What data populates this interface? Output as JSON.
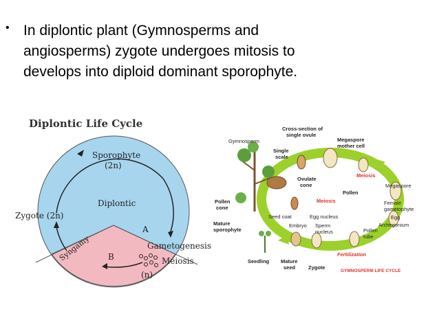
{
  "slide": {
    "bullet_symbol": "•",
    "text_line1": "In diplontic plant (Gymnosperms and",
    "text_line2": "angiosperms) zygote undergoes mitosis to",
    "text_line3": "develops into diploid dominant sporophyte."
  },
  "diplontic_diagram": {
    "title": "Diplontic Life Cycle",
    "sporophyte": "Sporophyte",
    "sporophyte_ploidy": "(2n)",
    "center": "Diplontic",
    "zygote": "Zygote (2n)",
    "syngamy": "Syngamy",
    "label_a": "A",
    "label_b": "B",
    "gametogenesis": "Gametogenesis",
    "meiosis": "Meiosis",
    "haploid": "(n)",
    "colors": {
      "circle": "#a7d5ee",
      "lower": "#f3b9c1",
      "outline": "#555555"
    }
  },
  "gymnosperm_diagram": {
    "labels": {
      "gymnosperm": "Gymnosperm",
      "cross_section_1": "Cross-section of",
      "cross_section_2": "single ovule",
      "megaspore_mother_1": "Megaspore",
      "megaspore_mother_2": "mother cell",
      "single_scale_1": "Single",
      "single_scale_2": "scale",
      "ovulate_cone_1": "Ovulate",
      "ovulate_cone_2": "cone",
      "meiosis_top": "Meiosis",
      "pollen": "Pollen",
      "megaspore": "Megaspore",
      "pollen_cone_1": "Pollen",
      "pollen_cone_2": "cone",
      "meiosis_mid": "Meiosis",
      "female_gametophyte_1": "Female",
      "female_gametophyte_2": "gametophyte",
      "egg": "Egg",
      "archegonium": "Archegonium",
      "mature_sporophyte_1": "Mature",
      "mature_sporophyte_2": "sporophyte",
      "seed_coat": "Seed coat",
      "egg_nucleus": "Egg nucleus",
      "embryo": "Embryo",
      "sperm_nucleus_1": "Sperm",
      "sperm_nucleus_2": "nucleus",
      "pollen_tube_1": "Pollen",
      "pollen_tube_2": "tube",
      "seedling": "Seedling",
      "mature_seed_1": "Mature",
      "mature_seed_2": "seed",
      "zygote": "Zygote",
      "fertilization": "Fertilization",
      "caption": "GYMNOSPERM LIFE CYCLE"
    },
    "colors": {
      "arrow": "#9bd12a",
      "red": "#e0302a",
      "cone": "#b07a45"
    }
  }
}
